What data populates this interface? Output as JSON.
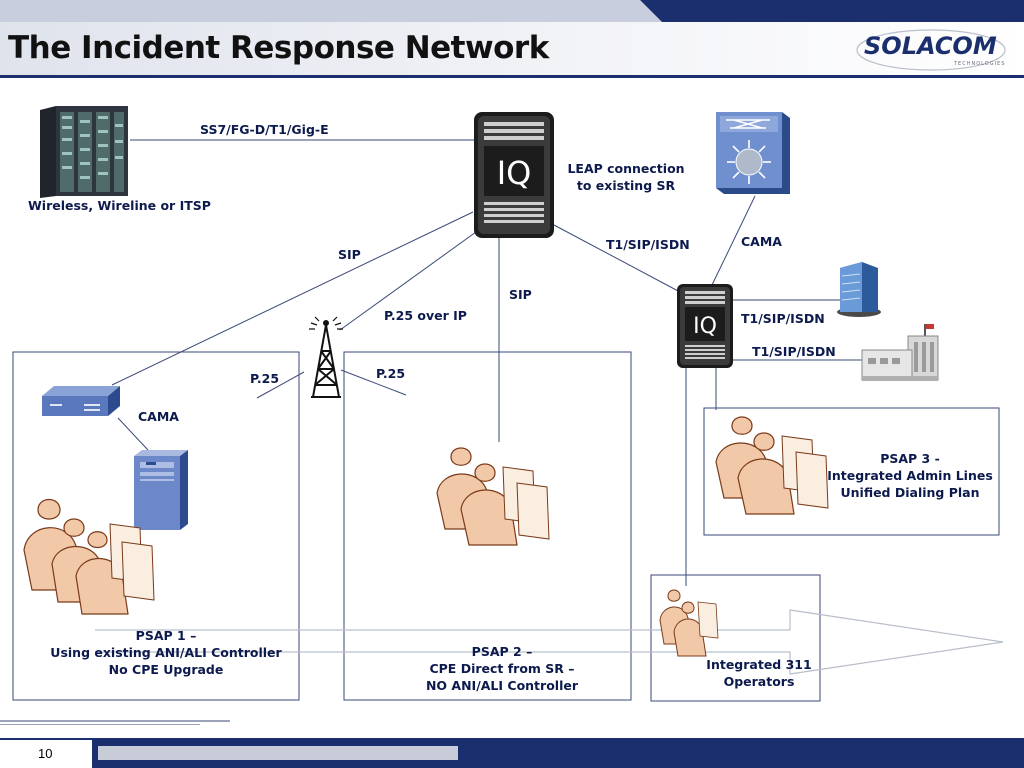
{
  "title": "The Incident Response Network",
  "logo": {
    "name": "SOLACOM",
    "sub": "TECHNOLOGIES"
  },
  "colors": {
    "navy": "#1b2f6e",
    "label": "#0d1a4d",
    "line": "#3a4a7a"
  },
  "icons": [
    "server-rack-icon",
    "iq-server-icon",
    "network-switch-icon",
    "office-building-icon",
    "factory-building-icon",
    "radio-tower-icon",
    "modem-icon",
    "desktop-tower-icon",
    "operators-icon"
  ],
  "labels": {
    "ss7": "SS7/FG-D/T1/Gig-E",
    "carrier": "Wireless, Wireline or ITSP",
    "leap_1": "LEAP connection",
    "leap_2": "to existing SR",
    "t1_sip_isdn": "T1/SIP/ISDN",
    "cama_top": "CAMA",
    "sip_left": "SIP",
    "sip_mid": "SIP",
    "p25_over_ip": "P.25 over IP",
    "t1_sip_isdn_2": "T1/SIP/ISDN",
    "t1_sip_isdn_3": "T1/SIP/ISDN",
    "p25_left": "P.25",
    "p25_right": "P.25",
    "cama_left": "CAMA"
  },
  "psap1": {
    "l1": "PSAP 1 –",
    "l2": "Using existing ANI/ALI Controller",
    "l3": "No CPE Upgrade"
  },
  "psap2": {
    "l1": "PSAP 2 –",
    "l2": "CPE Direct from SR –",
    "l3": "NO ANI/ALI Controller"
  },
  "psap3": {
    "l1": "PSAP 3 -",
    "l2": "Integrated Admin Lines",
    "l3": "Unified Dialing Plan"
  },
  "ops311": {
    "l1": "Integrated 311",
    "l2": "Operators"
  },
  "server_label": "IQ",
  "page_number": "10"
}
